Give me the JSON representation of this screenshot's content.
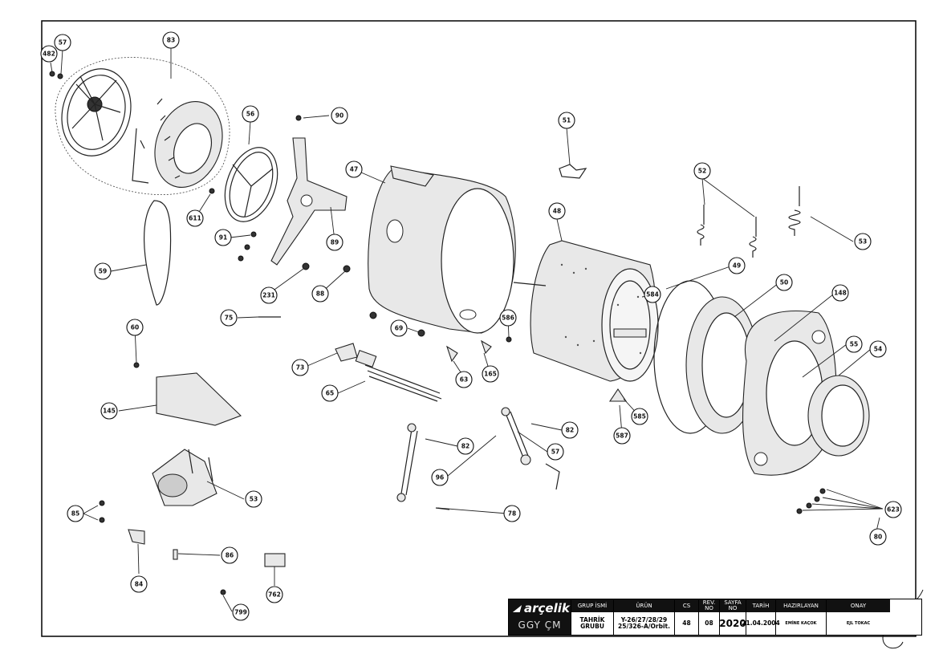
{
  "drawing": {
    "callouts": {
      "c482": "482",
      "c57a": "57",
      "c83": "83",
      "c56": "56",
      "c90": "90",
      "c51": "51",
      "c52": "52",
      "c53": "53",
      "c47": "47",
      "c48": "48",
      "c49": "49",
      "c50": "50",
      "c148": "148",
      "c611": "611",
      "c91": "91",
      "c89": "89",
      "c59": "59",
      "c231": "231",
      "c88": "88",
      "c584": "584",
      "c55": "55",
      "c54": "54",
      "c75": "75",
      "c69": "69",
      "c586": "586",
      "c60": "60",
      "c73": "73",
      "c63": "63",
      "c165": "165",
      "c65": "65",
      "c585": "585",
      "c587": "587",
      "c82a": "82",
      "c82b": "82",
      "c57b": "57",
      "c145": "145",
      "c96": "96",
      "c53b": "53",
      "c78": "78",
      "c623": "623",
      "c80": "80",
      "c85": "85",
      "c86": "86",
      "c84": "84",
      "c762": "762",
      "c799": "799"
    }
  },
  "title_block": {
    "brand": "arçelik",
    "brand_sub": "GGY ÇM",
    "headers": {
      "group_name": "GRUP İSMİ",
      "model": "ÜRÜN",
      "cs": "CS",
      "rev": "REV.\nNO",
      "page": "SAYFA\nNO",
      "date": "TARİH",
      "prepared": "HAZIRLAYAN",
      "approved": "ONAY"
    },
    "values": {
      "group_name": "TAHRİK\nGRUBU",
      "model": "Y-26/27/28/29\n25/326-A/Orbit.",
      "cs": "48",
      "rev": "08",
      "page": "2020",
      "date": "21.04.2004",
      "prepared": "EMİNE KAÇOK",
      "approved": "EJL TOKAC"
    },
    "colors": {
      "header_bg": "#111111",
      "line": "#000000"
    }
  }
}
